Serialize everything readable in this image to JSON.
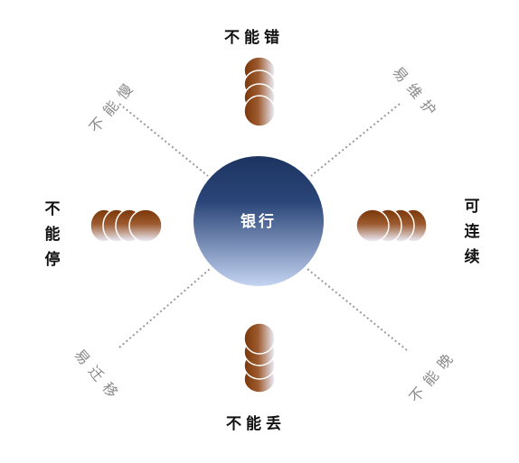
{
  "center": {
    "label": "银行"
  },
  "nodes": {
    "top": "不能错",
    "bottom": "不能丢",
    "left": "不能停",
    "right": "可连续"
  },
  "diagonals": {
    "top_left": "不能慢",
    "top_right": "易维护",
    "bottom_left": "易迁移",
    "bottom_right": "不能晚"
  },
  "colors": {
    "hub_top": "#1d3461",
    "hub_bottom": "#c4d4f2",
    "coin_dark": "#7a3608",
    "coin_light": "#eef2ff",
    "line": "#9a9a9a"
  }
}
